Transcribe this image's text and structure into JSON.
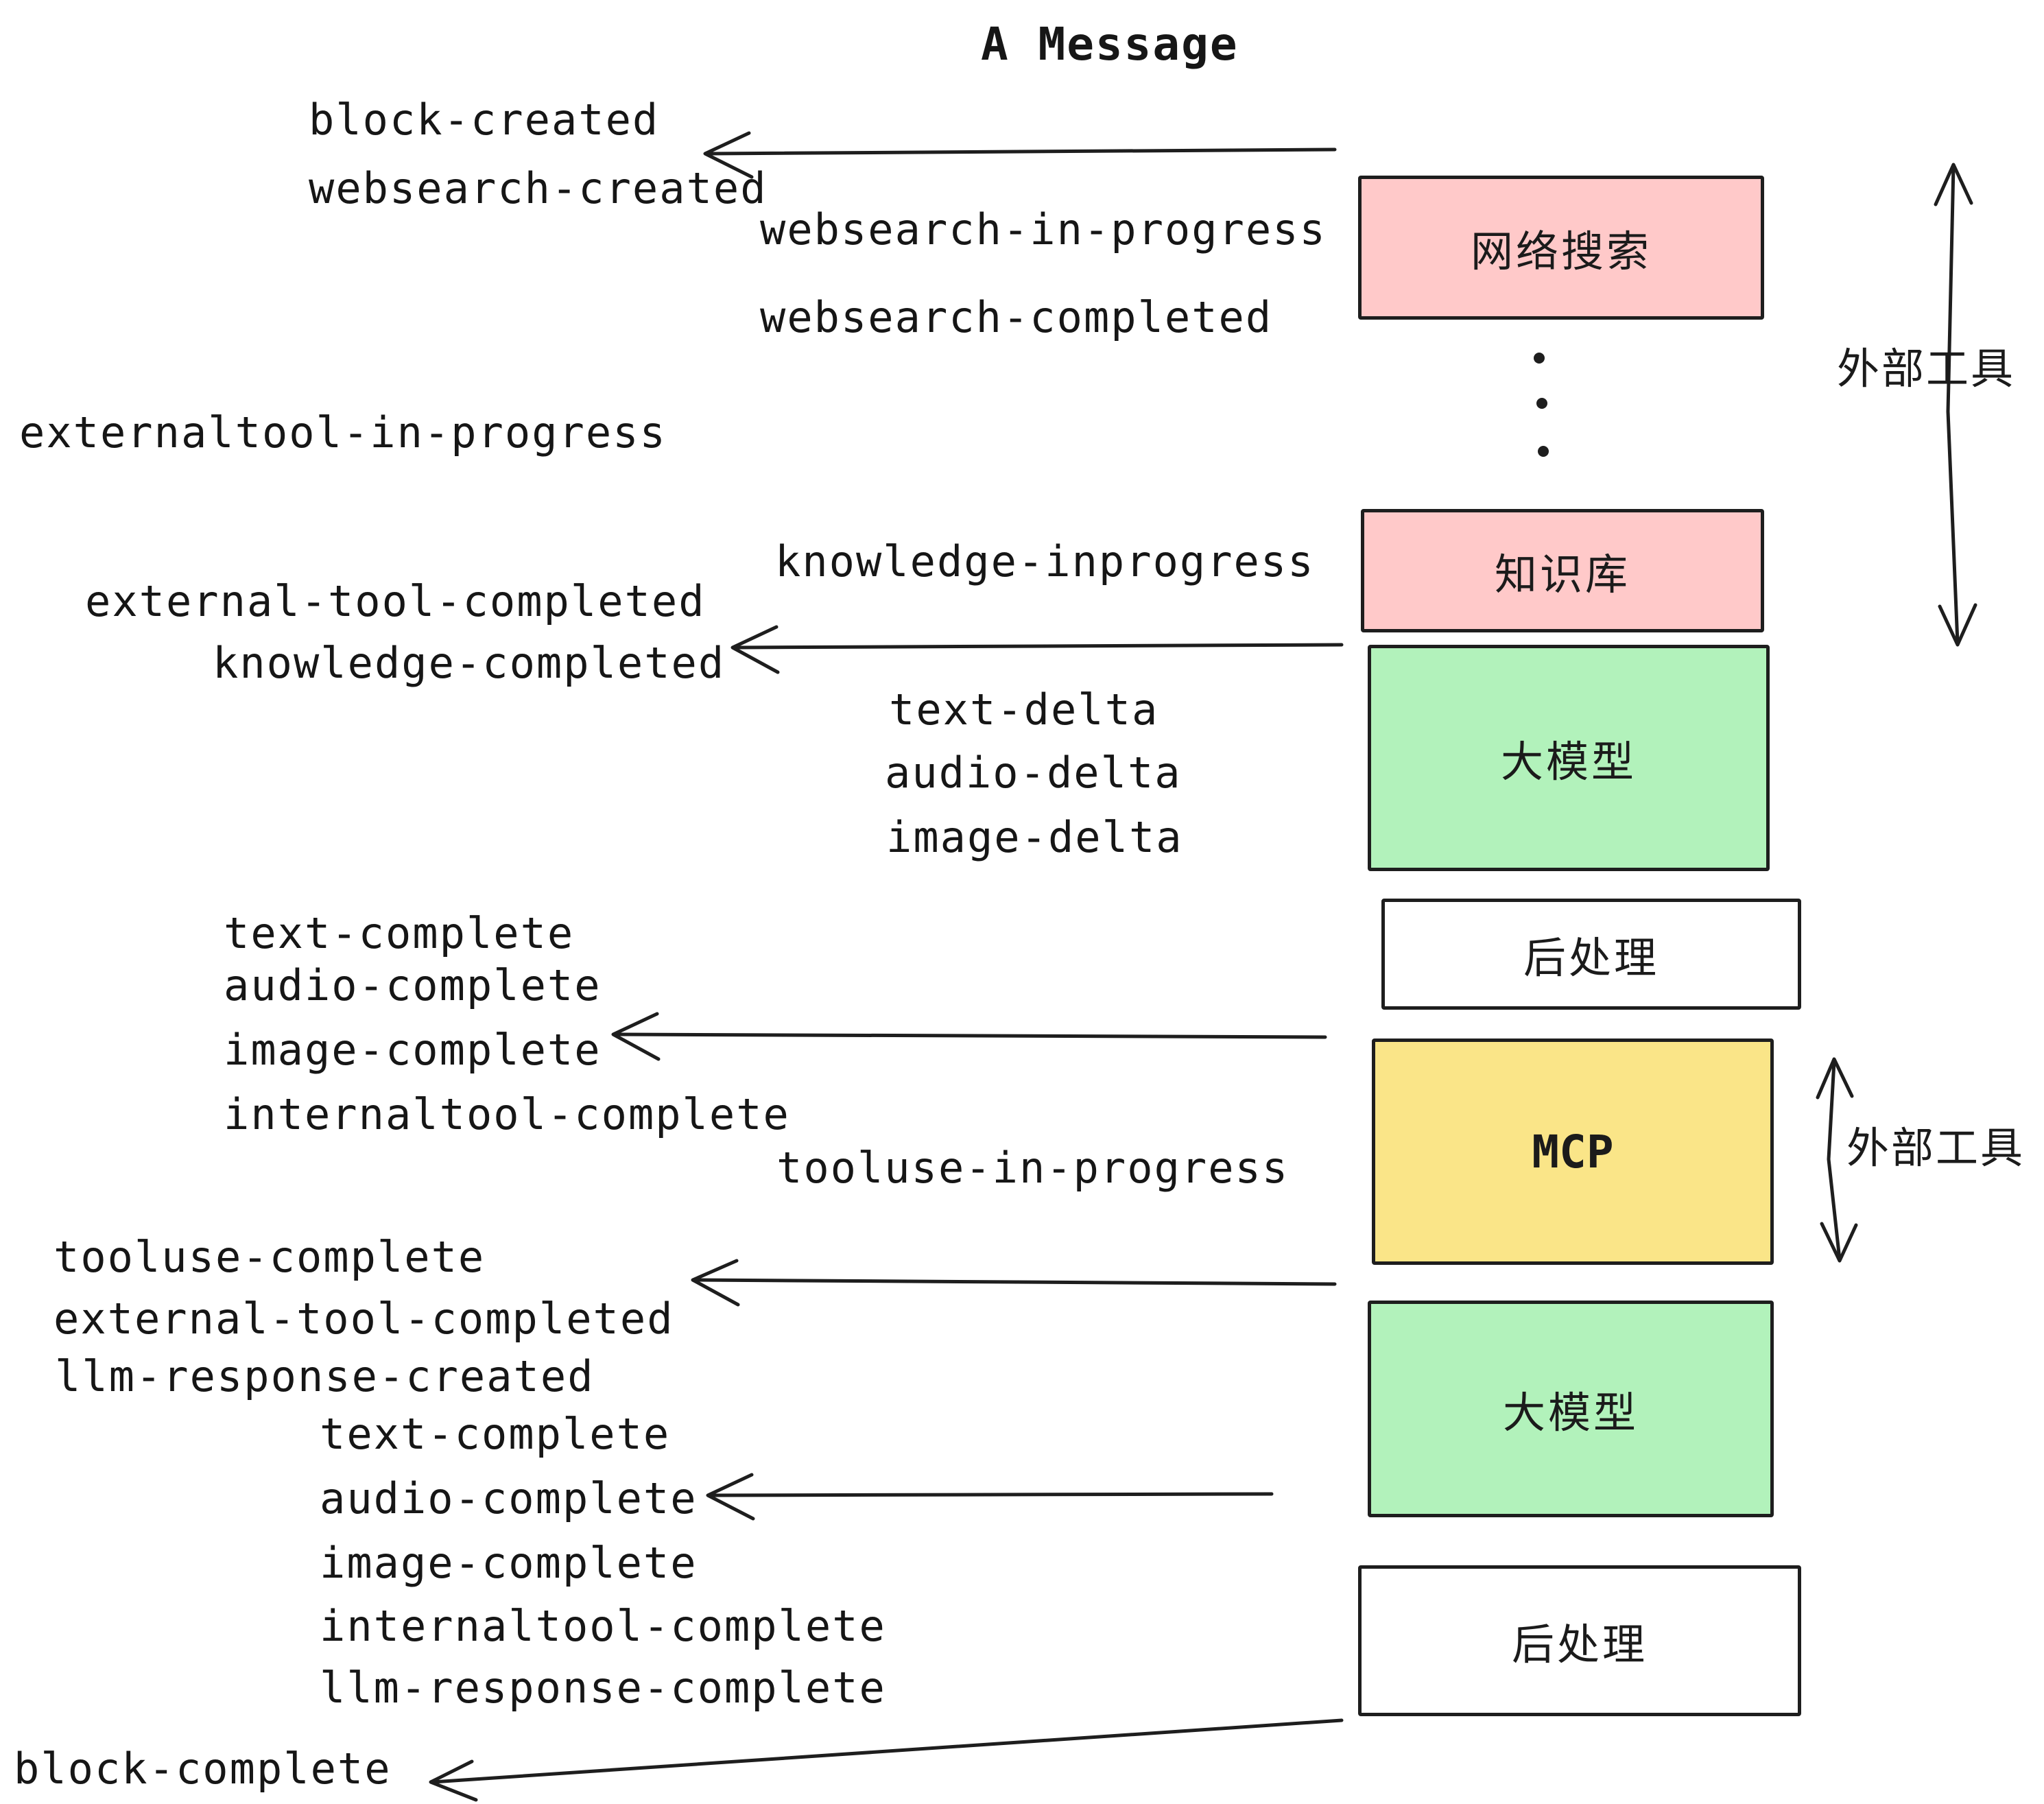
{
  "title": "A Message",
  "colors": {
    "pink": "#FFC9C9",
    "green": "#B2F2BB",
    "yellow": "#FAE588",
    "white": "#FFFFFF",
    "ink": "#1E1E1E"
  },
  "nodes": [
    {
      "id": "websearch",
      "label": "网络搜索",
      "fill": "pink"
    },
    {
      "id": "knowledge",
      "label": "知识库",
      "fill": "pink"
    },
    {
      "id": "llm-1",
      "label": "大模型",
      "fill": "green"
    },
    {
      "id": "post-1",
      "label": "后处理",
      "fill": "white"
    },
    {
      "id": "mcp",
      "label": "MCP",
      "fill": "yellow"
    },
    {
      "id": "llm-2",
      "label": "大模型",
      "fill": "green"
    },
    {
      "id": "post-2",
      "label": "后处理",
      "fill": "white"
    }
  ],
  "side_labels": {
    "external_tools_top": "外部工具",
    "external_tools_mcp": "外部工具"
  },
  "events": [
    {
      "text": "block-created"
    },
    {
      "text": "websearch-created"
    },
    {
      "text": "websearch-in-progress"
    },
    {
      "text": "websearch-completed"
    },
    {
      "text": "externaltool-in-progress"
    },
    {
      "text": "knowledge-inprogress"
    },
    {
      "text": "external-tool-completed"
    },
    {
      "text": "knowledge-completed"
    },
    {
      "text": "text-delta"
    },
    {
      "text": "audio-delta"
    },
    {
      "text": "image-delta"
    },
    {
      "text": "text-complete"
    },
    {
      "text": "audio-complete"
    },
    {
      "text": "image-complete"
    },
    {
      "text": "internaltool-complete"
    },
    {
      "text": "tooluse-in-progress"
    },
    {
      "text": "tooluse-complete"
    },
    {
      "text": "external-tool-completed"
    },
    {
      "text": "llm-response-created"
    },
    {
      "text": "text-complete"
    },
    {
      "text": "audio-complete"
    },
    {
      "text": "image-complete"
    },
    {
      "text": "internaltool-complete"
    },
    {
      "text": "llm-response-complete"
    },
    {
      "text": "block-complete"
    }
  ]
}
